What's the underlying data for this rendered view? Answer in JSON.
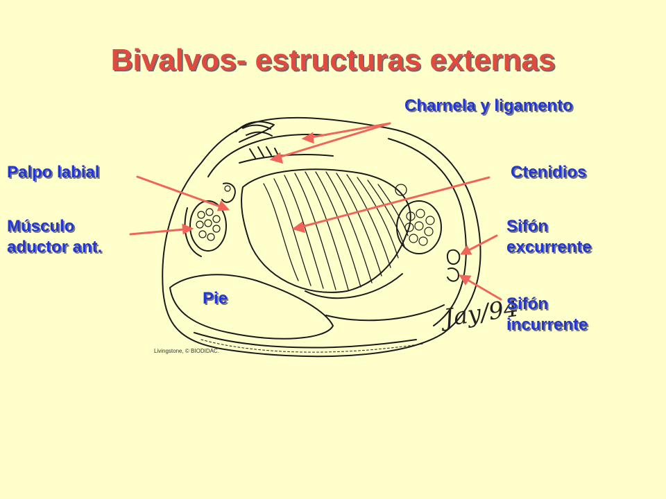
{
  "slide": {
    "title": "Bivalvos- estructuras externas",
    "credit": "Livingstone, © BIODIDAC.",
    "signature": "Jay/94"
  },
  "labels": {
    "hinge": "Charnela y ligamento",
    "labial_palp": "Palpo labial",
    "anterior_adductor_line1": "Músculo",
    "anterior_adductor_line2": "aductor ant.",
    "ctenidia": "Ctenidios",
    "excurrent_line1": "Sifón",
    "excurrent_line2": "excurrente",
    "incurrent_line1": "Sifón",
    "incurrent_line2": "incurrente",
    "foot": "Pie"
  },
  "colors": {
    "background": "#ffffcc",
    "title": "#e04a3f",
    "label": "#2236d8",
    "pointer": "#f0645a",
    "drawing": "#1a1a1a"
  }
}
